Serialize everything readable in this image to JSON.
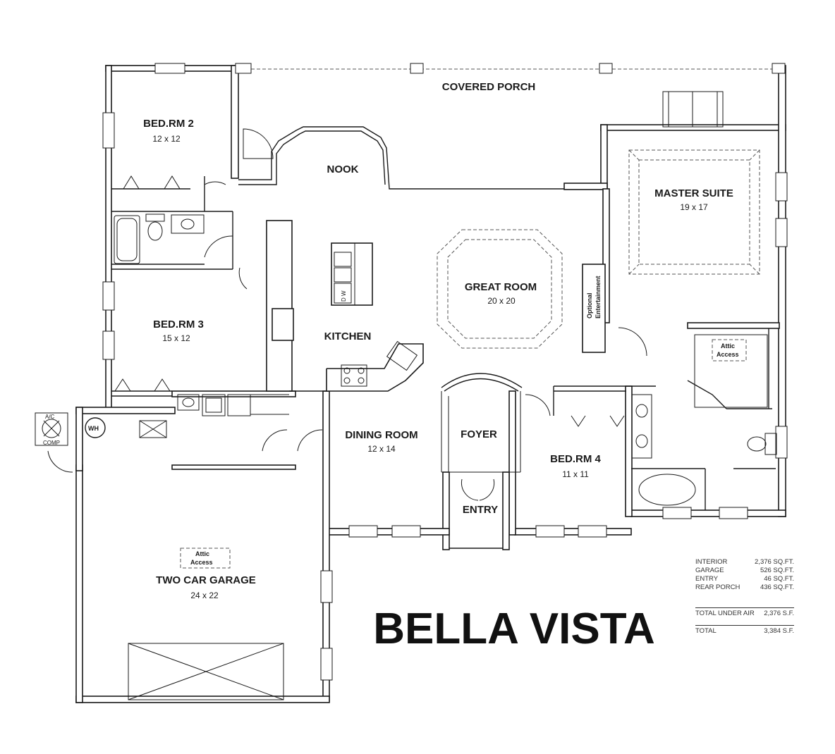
{
  "plan_title": "BELLA VISTA",
  "rooms": {
    "covered_porch": {
      "name": "COVERED PORCH"
    },
    "bedroom2": {
      "name": "BED.RM 2",
      "dims": "12 x 12"
    },
    "nook": {
      "name": "NOOK"
    },
    "master_suite": {
      "name": "MASTER SUITE",
      "dims": "19 x 17"
    },
    "great_room": {
      "name": "GREAT ROOM",
      "dims": "20 x 20"
    },
    "bedroom3": {
      "name": "BED.RM 3",
      "dims": "15 x 12"
    },
    "kitchen": {
      "name": "KITCHEN"
    },
    "dining_room": {
      "name": "DINING ROOM",
      "dims": "12 x 14"
    },
    "foyer": {
      "name": "FOYER"
    },
    "bedroom4": {
      "name": "BED.RM 4",
      "dims": "11 x 11"
    },
    "entry": {
      "name": "ENTRY"
    },
    "garage": {
      "name": "TWO CAR GARAGE",
      "dims": "24 x 22"
    }
  },
  "fixtures": {
    "optional_line1": "Optional",
    "optional_line2": "Entertainment",
    "attic_line1": "Attic",
    "attic_line2": "Access",
    "water_heater": "WH",
    "ac_line1": "A/C",
    "ac_line2": "COMP",
    "dishwasher": "D W"
  },
  "square_footage": {
    "rows": [
      {
        "label": "INTERIOR",
        "value": "2,376 SQ.FT."
      },
      {
        "label": "GARAGE",
        "value": "526 SQ.FT."
      },
      {
        "label": "ENTRY",
        "value": "46 SQ.FT."
      },
      {
        "label": "REAR PORCH",
        "value": "436 SQ.FT."
      }
    ],
    "under_air": {
      "label": "TOTAL UNDER AIR",
      "value": "2,376 S.F."
    },
    "total": {
      "label": "TOTAL",
      "value": "3,384 S.F."
    }
  }
}
